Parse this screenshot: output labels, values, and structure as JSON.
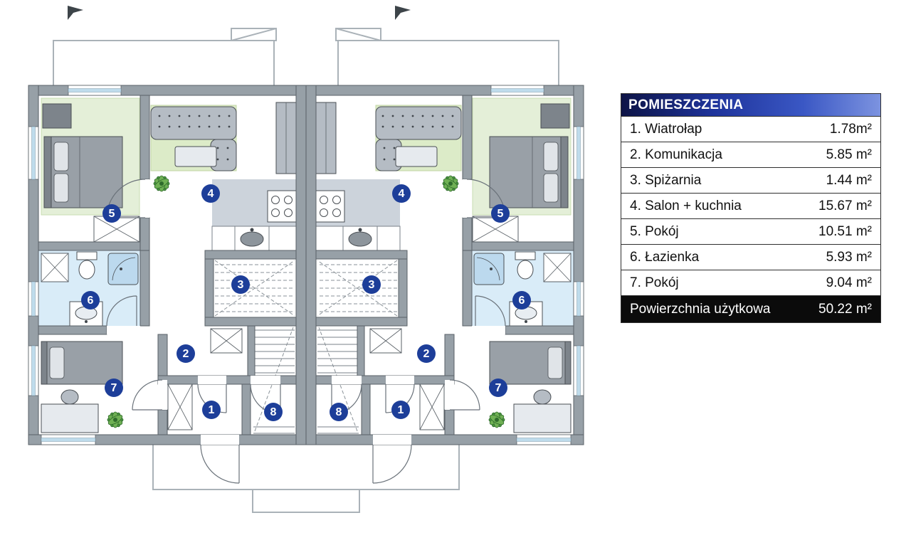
{
  "legend": {
    "title": "POMIESZCZENIA",
    "rows": [
      {
        "label": "1. Wiatrołap",
        "area": "1.78m²"
      },
      {
        "label": "2. Komunikacja",
        "area": "5.85 m²"
      },
      {
        "label": "3. Spiżarnia",
        "area": "1.44 m²"
      },
      {
        "label": "4. Salon + kuchnia",
        "area": "15.67 m²"
      },
      {
        "label": "5. Pokój",
        "area": "10.51 m²"
      },
      {
        "label": "6. Łazienka",
        "area": "5.93 m²"
      },
      {
        "label": "7. Pokój",
        "area": "9.04 m²"
      }
    ],
    "total": {
      "label": "Powierzchnia użytkowa",
      "area": "50.22 m²"
    }
  },
  "plan": {
    "room_numbers": [
      "1",
      "2",
      "3",
      "4",
      "5",
      "6",
      "7",
      "8"
    ],
    "marker_color": "#1d3e99"
  },
  "colors": {
    "header_gradient_left": "#0d1446",
    "header_gradient_right": "#7c93e0",
    "total_row_bg": "#0b0b0b",
    "rug_green": "#dcebc8",
    "bathroom_blue": "#d9ecf8",
    "kitchen_gray": "#ccd3db",
    "wall_gray": "#97a0a7",
    "window_blue": "#bfdcec"
  }
}
